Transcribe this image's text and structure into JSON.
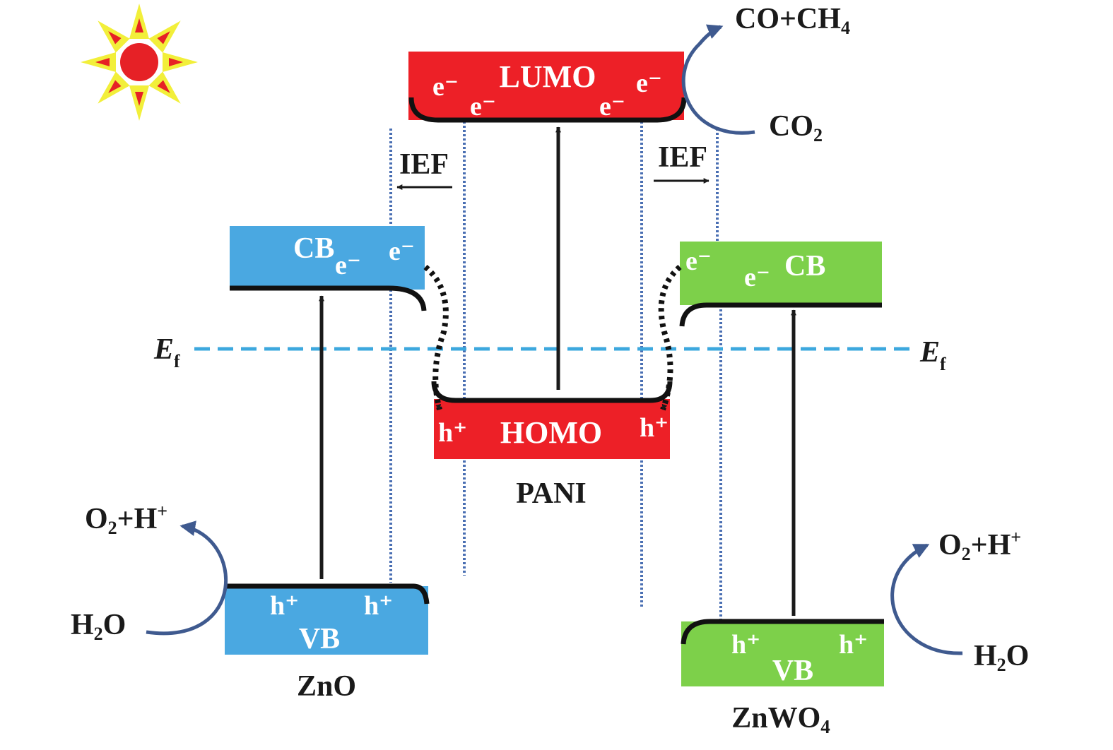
{
  "colors": {
    "pani": "#ed2027",
    "zno": "#4aa8e1",
    "znwo4": "#7dd04a",
    "fermi": "#3da8de",
    "guide": "#4a6fb3",
    "reaction_arrow": "#3f5a8f",
    "sun_rays": "#f2ef3a",
    "sun_core": "#e62126"
  },
  "icons": {
    "sun": "sun-icon"
  },
  "pani": {
    "material": "PANI",
    "lumo": {
      "label": "LUMO",
      "carriers": [
        "e⁻",
        "e⁻",
        "e⁻",
        "e⁻"
      ]
    },
    "homo": {
      "label": "HOMO",
      "carriers": [
        "h⁺",
        "h⁺"
      ]
    }
  },
  "zno": {
    "material": "ZnO",
    "cb": {
      "label": "CB",
      "carriers": [
        "e⁻",
        "e⁻"
      ]
    },
    "vb": {
      "label": "VB",
      "carriers": [
        "h⁺",
        "h⁺"
      ]
    }
  },
  "znwo4": {
    "material_base": "ZnWO",
    "material_sub": "4",
    "cb": {
      "label": "CB",
      "carriers": [
        "e⁻",
        "e⁻"
      ]
    },
    "vb": {
      "label": "VB",
      "carriers": [
        "h⁺",
        "h⁺"
      ]
    }
  },
  "fermi": {
    "symbol": "E",
    "sub": "f"
  },
  "ief": {
    "left": "IEF",
    "right": "IEF"
  },
  "reactions": {
    "reduction_product": {
      "a": "CO+CH",
      "a_sub": "4"
    },
    "reduction_reactant": {
      "a": "CO",
      "a_sub": "2"
    },
    "oxidation_left_product": {
      "a": "O",
      "a_sub": "2",
      "b": "+H",
      "b_sup": "+"
    },
    "oxidation_left_reactant": {
      "a": "H",
      "a_sub": "2",
      "b": "O"
    },
    "oxidation_right_product": {
      "a": "O",
      "a_sub": "2",
      "b": "+H",
      "b_sup": "+"
    },
    "oxidation_right_reactant": {
      "a": "H",
      "a_sub": "2",
      "b": "O"
    }
  }
}
